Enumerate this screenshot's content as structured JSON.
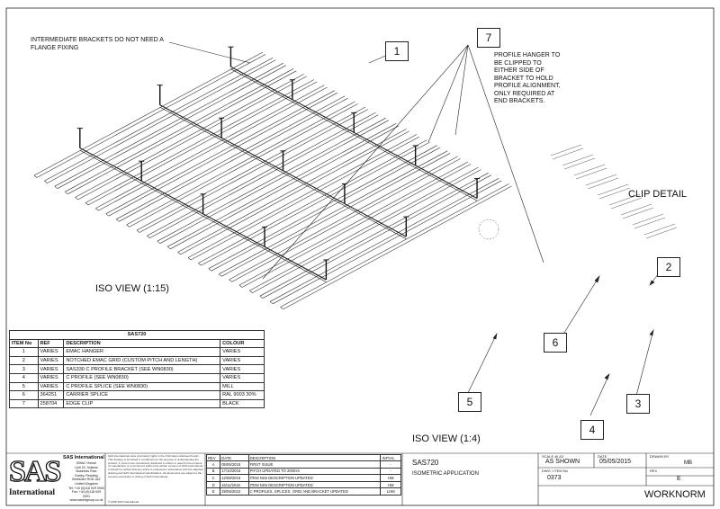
{
  "callouts": [
    {
      "id": "c1",
      "text": "1"
    },
    {
      "id": "c2",
      "text": "2"
    },
    {
      "id": "c3",
      "text": "3"
    },
    {
      "id": "c4",
      "text": "4"
    },
    {
      "id": "c5",
      "text": "5"
    },
    {
      "id": "c6",
      "text": "6"
    },
    {
      "id": "c7",
      "text": "7"
    }
  ],
  "notes": {
    "brackets": "INTERMEDIATE BRACKETS DO NOT NEED A\nFLANGE FIXING",
    "hanger": "PROFILE HANGER TO\nBE CLIPPED TO\nEITHER SIDE OF\nBRACKET TO HOLD\nPROFILE ALIGNMENT,\nONLY REQUIRED AT\nEND BRACKETS."
  },
  "views": {
    "iso_main": "ISO VIEW  (1:15)",
    "iso_detail": "ISO VIEW  (1:4)",
    "clip_detail": "CLIP DETAIL"
  },
  "bom": {
    "title": "SAS720",
    "headers": [
      "ITEM No",
      "REF",
      "DESCRIPTION",
      "COLOUR"
    ],
    "rows": [
      [
        "1",
        "VARIES",
        "EMAC HANGER",
        "VARIES"
      ],
      [
        "2",
        "VARIES",
        "NOTCHED EMAC GRID (CUSTOM PITCH AND LENGTH)",
        "VARIES"
      ],
      [
        "3",
        "VARIES",
        "SAS330 C PROFILE BRACKET (SEE WN0830)",
        "VARIES"
      ],
      [
        "4",
        "VARIES",
        "C PROFILE  (SEE WN0830)",
        "VARIES"
      ],
      [
        "5",
        "VARIES",
        "C PROFILE SPLICE  (SEE WN0830)",
        "MILL"
      ],
      [
        "6",
        "364251",
        "CARRIER SPLICE",
        "RAL 9003 30%"
      ],
      [
        "7",
        "258704",
        "EDGE CLIP",
        "BLACK"
      ]
    ]
  },
  "company": {
    "logo": "SAS",
    "logo_sub": "International",
    "name": "SAS International",
    "address": "EMAC House\nUnit 23, Suttons Business Park\nEarley, Reading\nBerkshire RG6 1AZ\nUnited Kingdom\nTel: +44 (0)118 929 0900\nFax: +44 (0)118 929 0901\nwww.sasintgroup.co.uk"
  },
  "disclaimer": "SAS International owns proprietary rights in the information disclosed herein. This drawing is furnished in confidence for the purpose of understanding the product. It must not be reproduced, disclosed to others or used for the purpose of manufacture or procurement without the written consent of SAS International. It should be verified that any article is produced in accordance with the attached drawing and SAS International specifications. All dimensions are subject to the express permission in writing of SAS International.",
  "copyright": "© 2015 SAS International",
  "revisions": {
    "headers": [
      "REV",
      "DATE",
      "DESCRIPTION",
      "INITIAL"
    ],
    "rows": [
      [
        "A",
        "05/05/2015",
        "FIRST ISSUE",
        "-"
      ],
      [
        "B",
        "17/10/2016",
        "PITCH UPDATED TO 200mm",
        "-"
      ],
      [
        "C",
        "12/08/2016",
        "ITEM NOs DESCRIPTION UPDATED",
        "HM"
      ],
      [
        "D",
        "16/11/2016",
        "ITEM NOs DESCRIPTION UPDATED",
        "HM"
      ],
      [
        "E",
        "29/09/2022",
        "C PROFILES, SPLICES, GRID AND BRACKET UPDATED",
        "LHM"
      ]
    ]
  },
  "title_block": {
    "drawing_title": "SAS720",
    "subtitle": "ISOMETRIC APPLICATION",
    "scale_label": "SCALE @ A3",
    "scale": "AS SHOWN",
    "date_label": "DATE",
    "date": "05/05/2015",
    "drawn_label": "DRAWN BY",
    "drawn": "MB",
    "dwg_label": "DWG / ITEM No",
    "dwg": "0373",
    "rev_label": "REV",
    "rev": "E",
    "footer": "WORKNORM"
  }
}
